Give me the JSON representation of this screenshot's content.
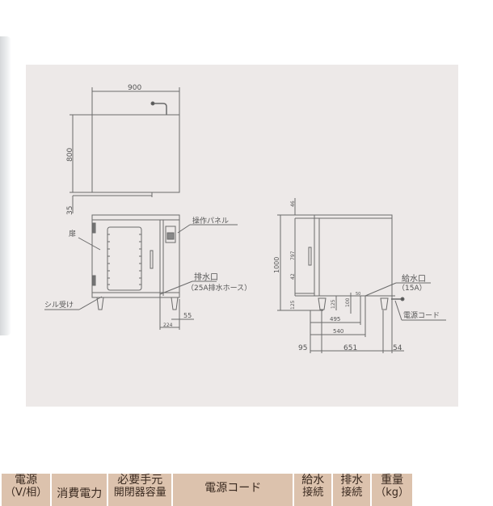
{
  "drawing": {
    "top_view": {
      "width_dim": "900",
      "depth_dim": "800",
      "gap_dim": "35"
    },
    "front_view": {
      "labels": {
        "door": "扉",
        "control_panel": "操作パネル",
        "drain_outlet": "排水口",
        "drain_outlet_note": "（25A排水ホース）",
        "sill_receiver": "シル受け"
      },
      "dims": {
        "drain_offset": "224",
        "drain_edge": "55"
      }
    },
    "side_view": {
      "labels": {
        "water_inlet": "給水口",
        "water_inlet_note": "（15A）",
        "power_cord": "電源コード"
      },
      "dims": {
        "total_height": "1000",
        "top_gap": "46",
        "body_height": "797",
        "mid": "42",
        "leg_height": "125",
        "inlet_leg": "125",
        "inlet_height": "100",
        "inlet_small": "50",
        "dim_495": "495",
        "dim_540": "540",
        "front_offset": "95",
        "leg_span": "651",
        "rear_offset": "54"
      }
    }
  },
  "spec_table": {
    "headers": [
      {
        "line1": "電源",
        "line2": "（V/相）"
      },
      {
        "line1": "消費電力",
        "line2": ""
      },
      {
        "line1": "必要手元",
        "line2": "開閉器容量"
      },
      {
        "line1": "電源コード",
        "line2": ""
      },
      {
        "line1": "給水",
        "line2": "接続"
      },
      {
        "line1": "排水",
        "line2": "接続"
      },
      {
        "line1": "重量",
        "line2": "（kg）"
      }
    ]
  },
  "colors": {
    "frame_bg": "#ede9e8",
    "table_header_bg": "#dcc2ad",
    "line": "#6a6a6a"
  }
}
